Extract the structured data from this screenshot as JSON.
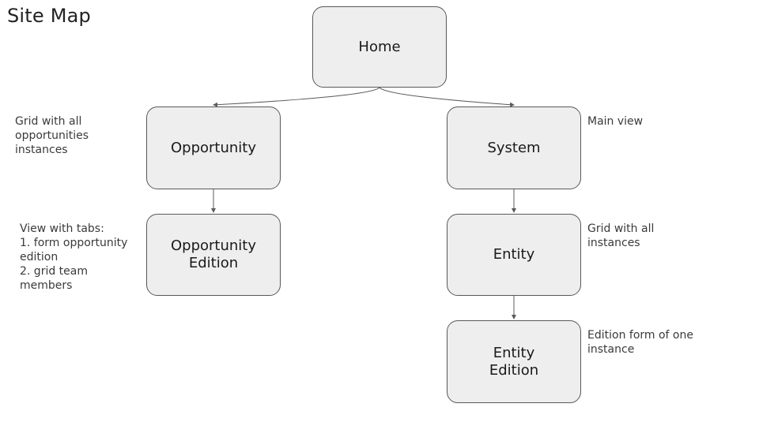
{
  "title": "Site Map",
  "nodes": {
    "home": "Home",
    "opportunity": "Opportunity",
    "opportunity_edition": "Opportunity\nEdition",
    "system": "System",
    "entity": "Entity",
    "entity_edition": "Entity\nEdition"
  },
  "notes": {
    "opportunity": "Grid with all\nopportunities\ninstances",
    "opportunity_edition": "View with tabs:\n1. form opportunity\nedition\n2. grid team\nmembers",
    "system": "Main view",
    "entity": "Grid with all\ninstances",
    "entity_edition": "Edition form of one\ninstance"
  },
  "colors": {
    "node_fill": "#eeeeee",
    "node_border": "#595959",
    "connector": "#5a5a5a"
  }
}
